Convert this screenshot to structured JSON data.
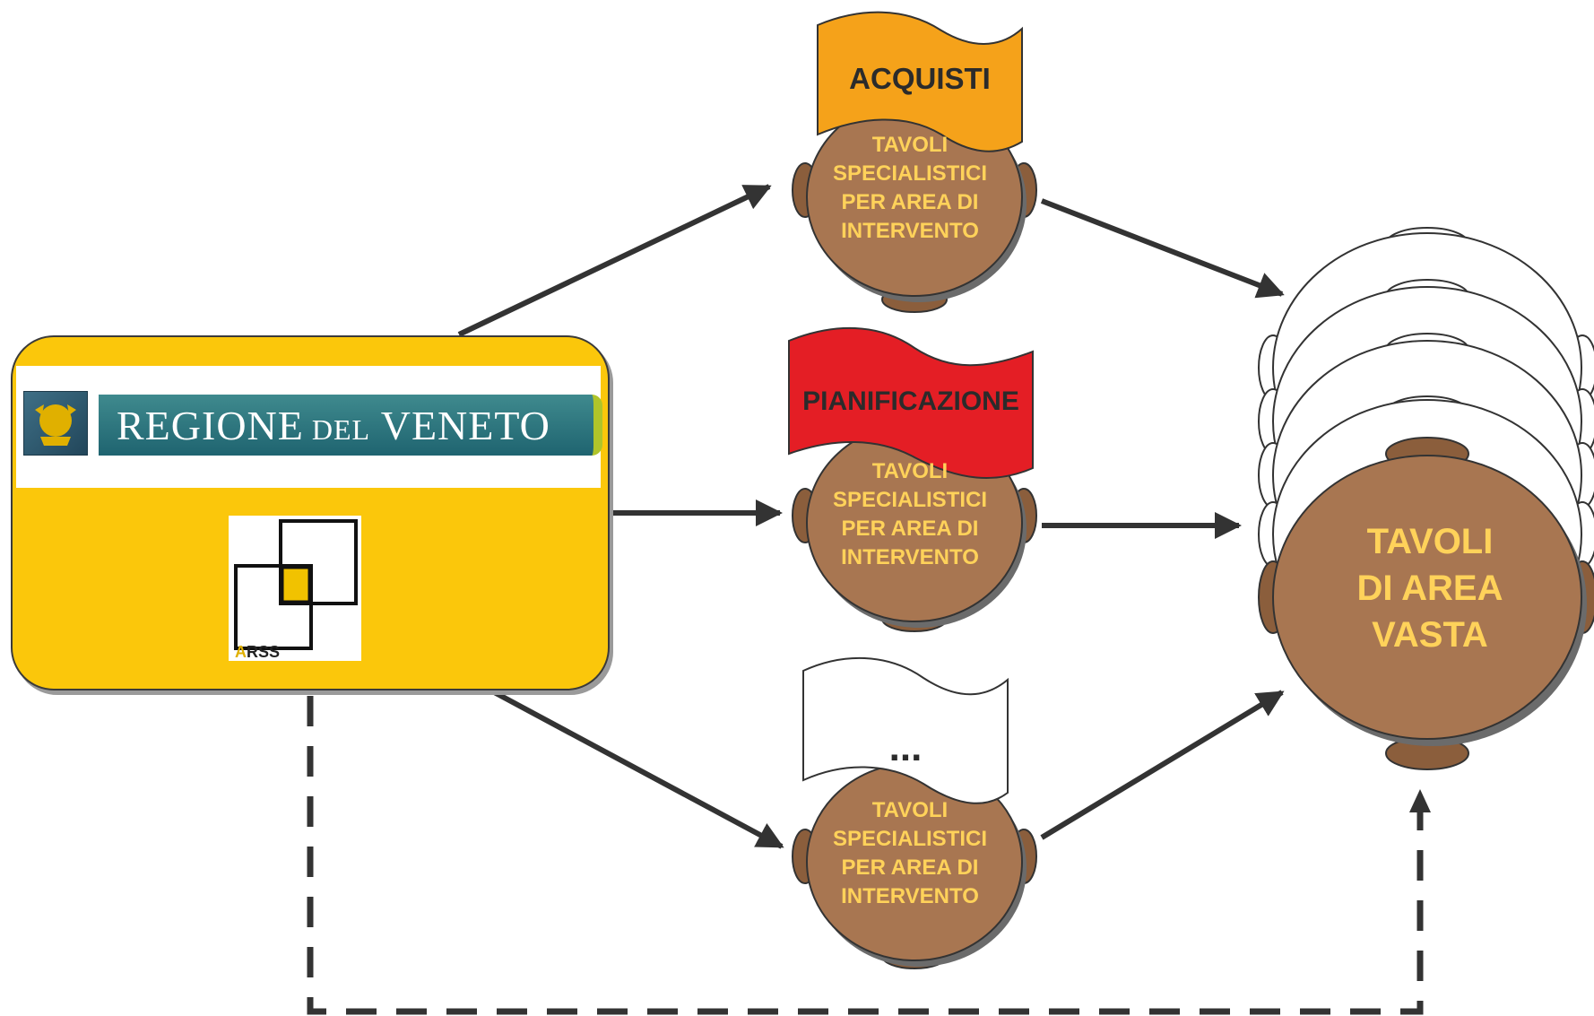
{
  "organization": {
    "name": "REGIONE DEL VENETO",
    "agency": "ARSS"
  },
  "specialist_tables": [
    {
      "flag": "ACQUISTI",
      "flag_color": "#f5a21a",
      "label": "TAVOLI SPECIALISTICI PER AREA DI INTERVENTO"
    },
    {
      "flag": "PIANIFICAZIONE",
      "flag_color": "#e41e25",
      "label": "TAVOLI SPECIALISTICI PER AREA DI INTERVENTO"
    },
    {
      "flag": "...",
      "flag_color": "#ffffff",
      "label": "TAVOLI SPECIALISTICI PER AREA DI INTERVENTO"
    }
  ],
  "area_vasta": {
    "label": "TAVOLI DI AREA VASTA"
  },
  "colors": {
    "org_box": "#fbc70b",
    "table_fill": "#a87651",
    "table_label": "#ffd25a",
    "arrow": "#333333"
  }
}
